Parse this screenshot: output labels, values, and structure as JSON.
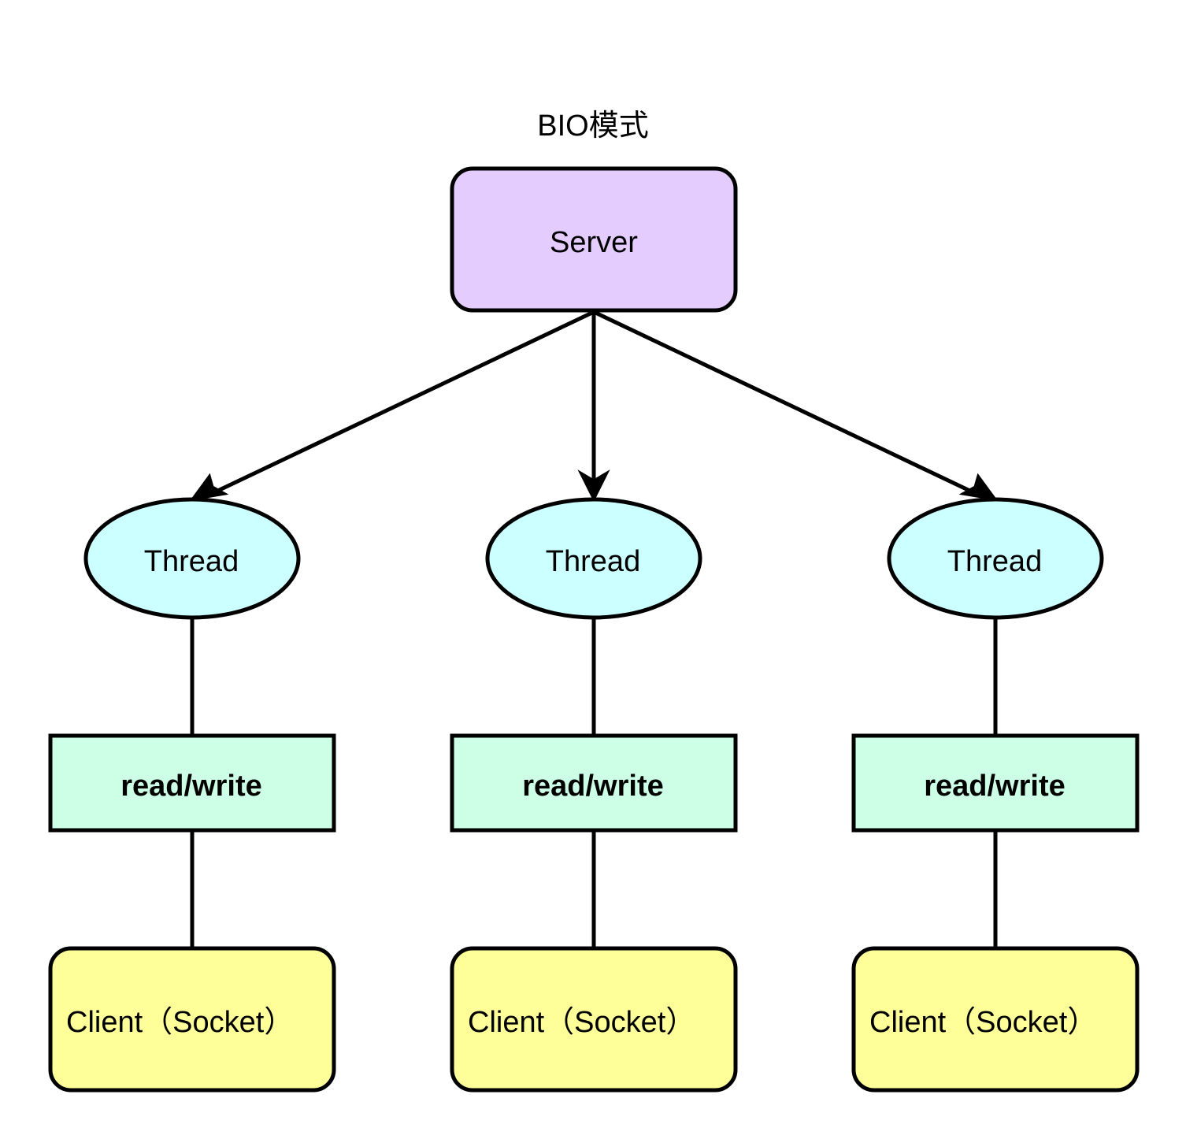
{
  "title": "BIO模式",
  "server": {
    "label": "Server",
    "fill": "#e5ccff"
  },
  "threads": [
    {
      "label": "Thread"
    },
    {
      "label": "Thread"
    },
    {
      "label": "Thread"
    }
  ],
  "io_boxes": [
    {
      "label": "read/write"
    },
    {
      "label": "read/write"
    },
    {
      "label": "read/write"
    }
  ],
  "clients": [
    {
      "label": "Client（Socket）"
    },
    {
      "label": "Client（Socket）"
    },
    {
      "label": "Client（Socket）"
    }
  ],
  "colors": {
    "server": "#e5ccff",
    "thread": "#ccffff",
    "io_box": "#ccffe6",
    "client": "#ffff99",
    "stroke": "#000000"
  }
}
